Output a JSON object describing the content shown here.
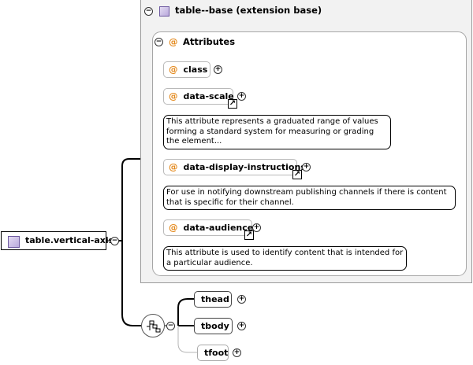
{
  "root": {
    "element_name": "table.vertical-axis"
  },
  "extension": {
    "title": "table--base (extension base)"
  },
  "attributes": {
    "group_title": "Attributes",
    "at_symbol": "@",
    "items": [
      {
        "name": "class",
        "note": ""
      },
      {
        "name": "data-scale",
        "note": "This attribute represents a graduated range of values forming a standard system for measuring or grading the element..."
      },
      {
        "name": "data-display-instructions",
        "note": "For use in notifying downstream publishing channels if there is content that is specific for their channel."
      },
      {
        "name": "data-audience",
        "note": "This attribute is used to identify content that is intended for a particular audience."
      }
    ]
  },
  "sequence": {
    "children": [
      {
        "name": "thead",
        "optional": false
      },
      {
        "name": "tbody",
        "optional": false
      },
      {
        "name": "tfoot",
        "optional": true
      }
    ]
  },
  "symbols": {
    "collapse": "−",
    "expand": "+",
    "link": "↗"
  }
}
